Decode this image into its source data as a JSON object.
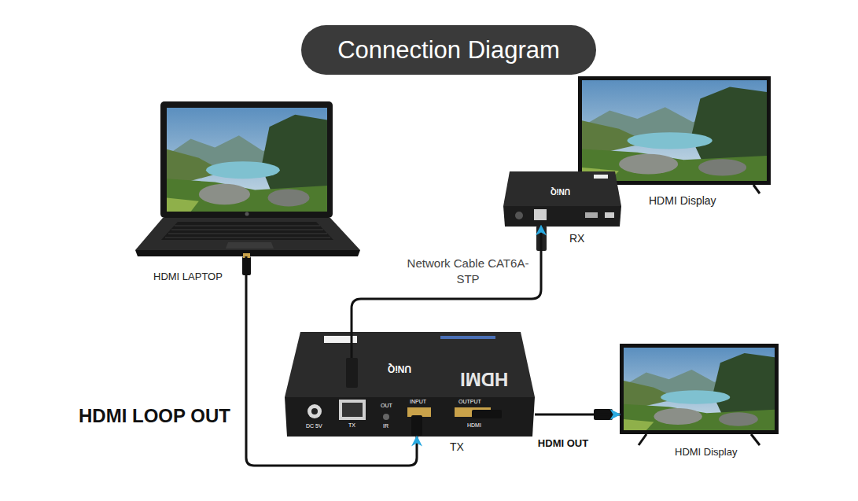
{
  "diagram": {
    "title": "Connection Diagram",
    "nodes": [
      {
        "text": [
          "HDMI LAPTOP"
        ]
      },
      {
        "text": [
          "HDMI Display"
        ]
      },
      {
        "text": [
          "RX"
        ]
      },
      {
        "text": [
          "TX"
        ]
      },
      {
        "text": [
          "HDMI Display"
        ]
      }
    ],
    "edges": [
      {
        "from": 0,
        "to": 3,
        "arrow": "to"
      },
      {
        "from": 3,
        "to": 2,
        "label": "Network Cable CAT6A-STP",
        "arrow": "to"
      },
      {
        "from": 3,
        "to": 4,
        "label": "HDMI OUT",
        "arrow": "to"
      }
    ],
    "labels": [
      "HDMI LOOP OUT",
      "DC 5V",
      "TX",
      "OUT",
      "IR",
      "INPUT",
      "OUTPUT",
      "HDMI",
      "HDMI",
      "UNiQ",
      "UNiQ"
    ]
  }
}
